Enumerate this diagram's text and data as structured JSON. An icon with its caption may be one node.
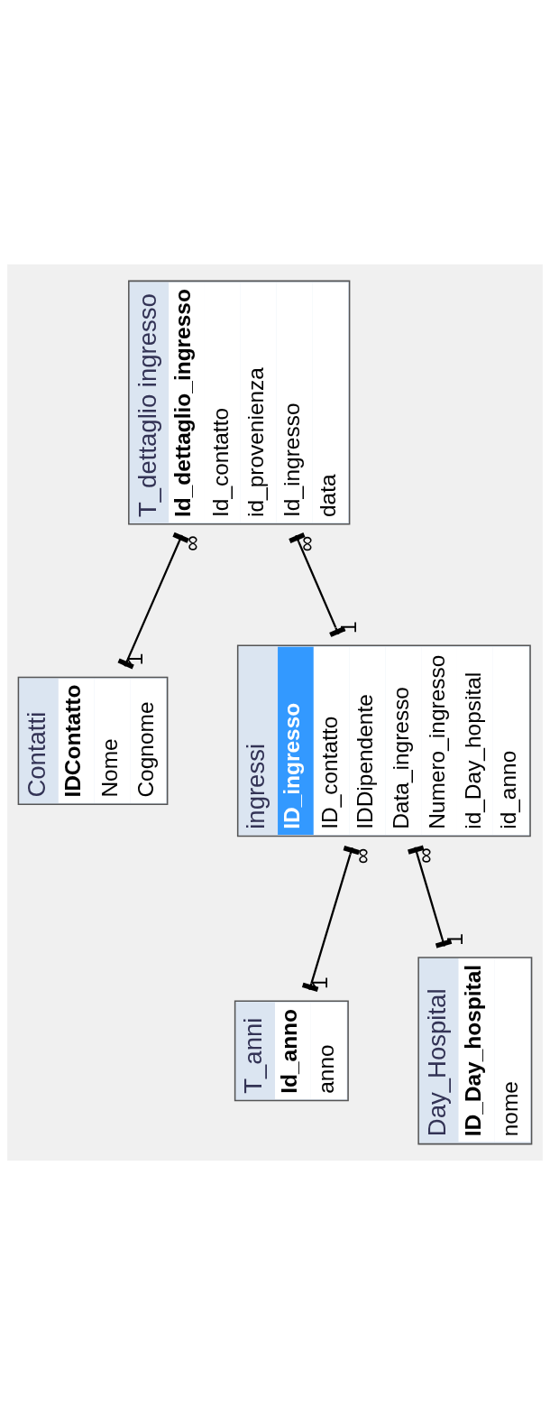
{
  "diagram": {
    "nodes": [
      {
        "text": [
          "Contatti",
          "IDContatto",
          "Nome",
          "Cognome"
        ]
      },
      {
        "text": [
          "T_anni",
          "Id_anno",
          "anno"
        ]
      },
      {
        "text": [
          "T_dettaglio ingresso",
          "Id_dettaglio_ingresso",
          "Id_contatto",
          "id_provenienza",
          "Id_ingresso",
          "data"
        ]
      },
      {
        "text": [
          "Day_Hospital",
          "ID_Day_hospital",
          "nome"
        ]
      },
      {
        "text": [
          "ingressi",
          "ID_ingresso",
          "ID_contatto",
          "IDDipendente",
          "Data_ingresso",
          "Numero_ingresso",
          "id_Day_hopsital",
          "id_anno"
        ]
      }
    ],
    "edges": [
      {
        "from": 0,
        "to": 2,
        "arrow": "other"
      },
      {
        "from": 1,
        "to": 4,
        "arrow": "other"
      },
      {
        "from": 4,
        "to": 2,
        "arrow": "other"
      },
      {
        "from": 3,
        "to": 4,
        "arrow": "other"
      }
    ],
    "labels": [
      "1",
      "∞",
      "1",
      "∞",
      "1",
      "∞",
      "1",
      "∞"
    ]
  }
}
